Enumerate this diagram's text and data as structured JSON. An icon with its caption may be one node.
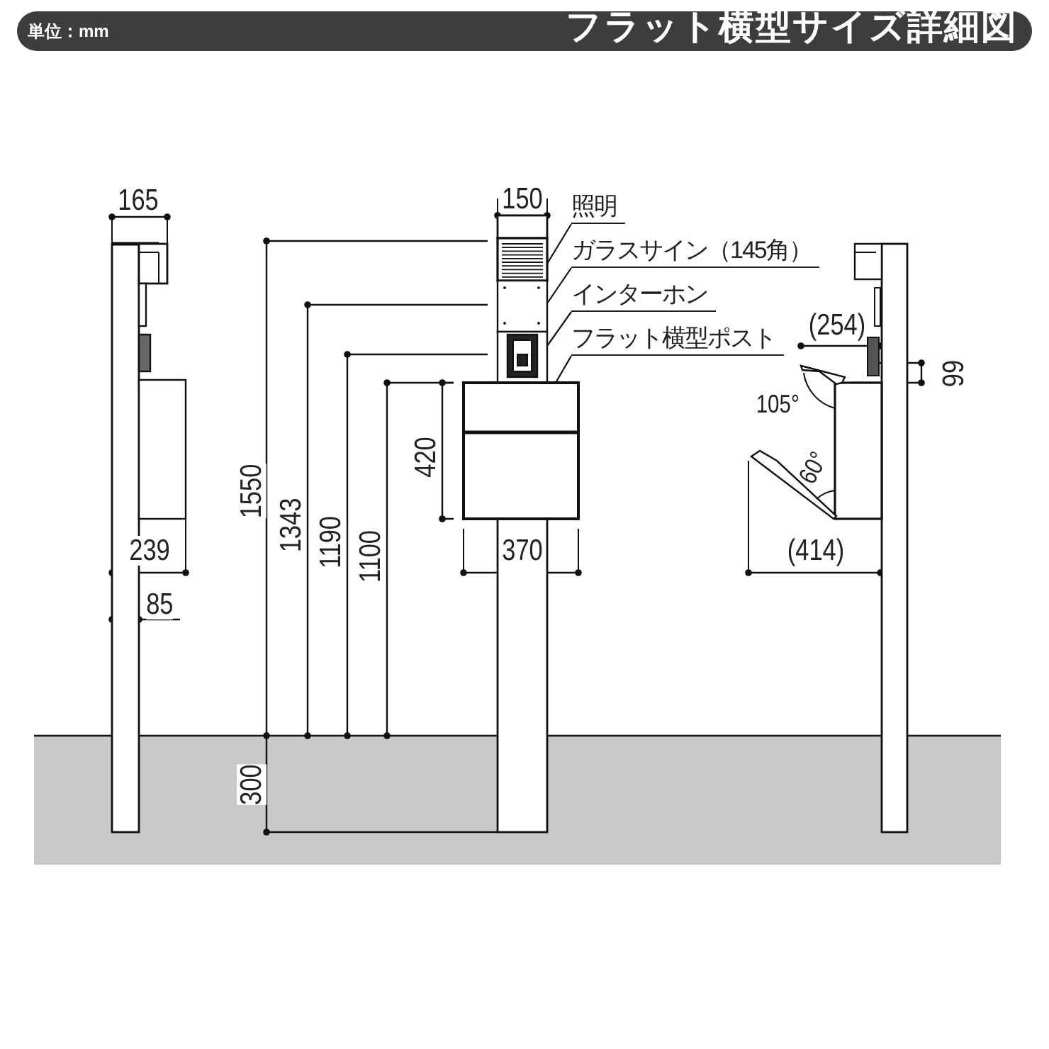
{
  "diagram": {
    "title": "フラット横型サイズ詳細図",
    "nodes": [
      {
        "text": [
          "照明"
        ]
      },
      {
        "text": [
          "ガラスサイン（145角）"
        ]
      },
      {
        "text": [
          "インターホン"
        ]
      },
      {
        "text": [
          "フラット横型ポスト"
        ]
      },
      {
        "text": [],
        "shape": "box"
      },
      {
        "text": [],
        "shape": "box"
      },
      {
        "text": [],
        "shape": "box"
      },
      {
        "text": [],
        "shape": "box"
      }
    ],
    "edges": [
      {
        "from": 0,
        "to": 4,
        "arrow": "none"
      },
      {
        "from": 1,
        "to": 5,
        "arrow": "none"
      },
      {
        "from": 2,
        "to": 6,
        "arrow": "none"
      },
      {
        "from": 3,
        "to": 7,
        "arrow": "none"
      }
    ],
    "labels": [
      "単位：mm",
      "165",
      "150",
      "(254)",
      "66",
      "105°",
      "420",
      "1550",
      "1343",
      "1190",
      "1100",
      "60°",
      "239",
      "370",
      "(414)",
      "85",
      "300"
    ]
  }
}
